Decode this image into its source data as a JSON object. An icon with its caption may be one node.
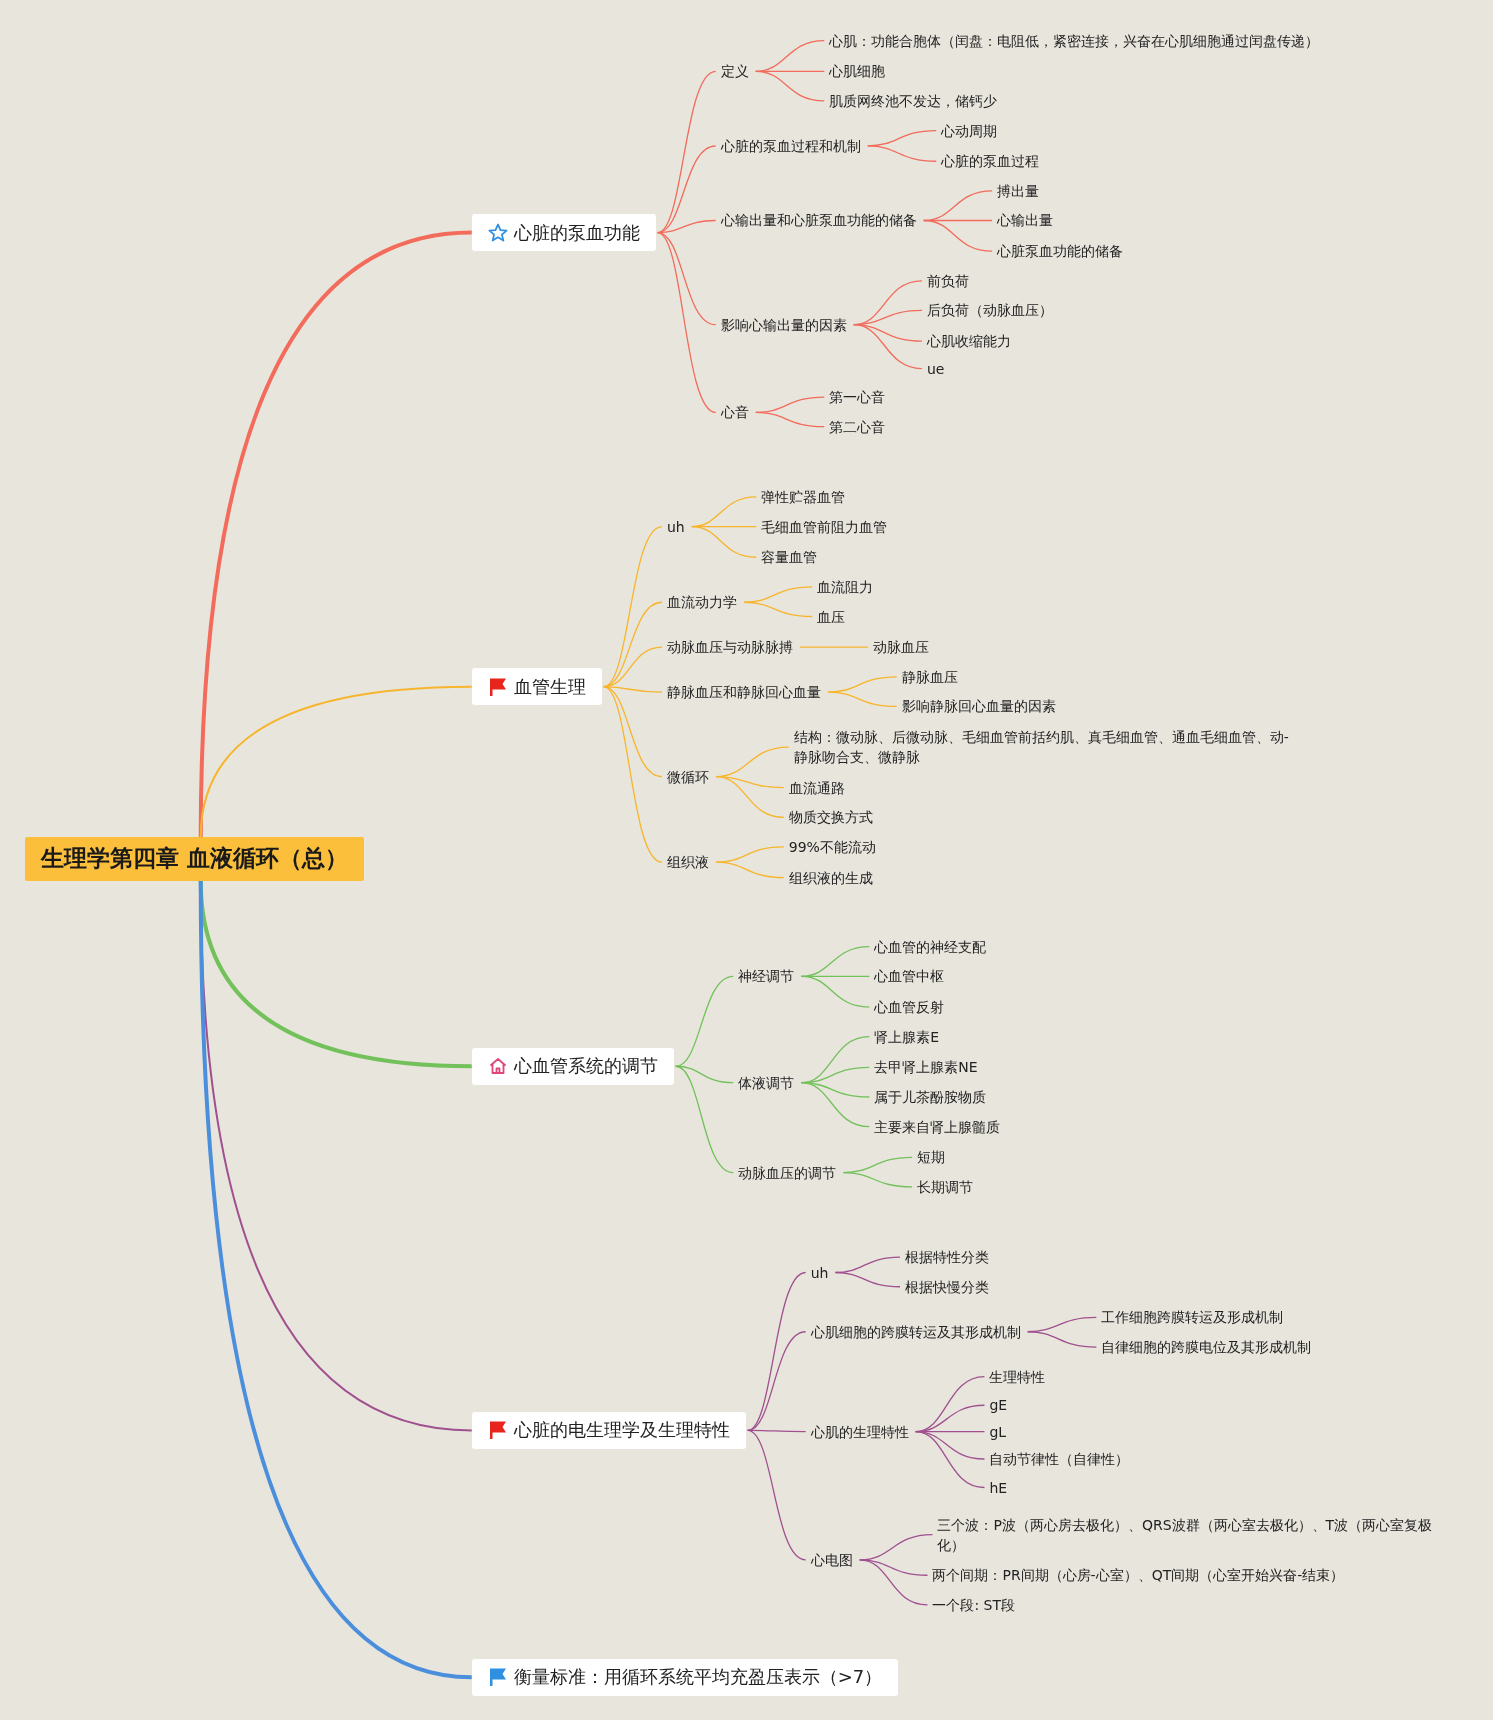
{
  "diagram": {
    "nodes": [
      {
        "text": [
          "生理学第四章 血液循环（总）"
        ]
      },
      {
        "text": [
          "心脏的泵血功能"
        ]
      },
      {
        "text": [
          "定义"
        ]
      },
      {
        "text": [
          "心肌：功能合胞体（闰盘：电阻低，紧密连接，兴奋在心肌细胞通过闰盘传递）"
        ]
      },
      {
        "text": [
          "心肌细胞"
        ]
      },
      {
        "text": [
          "肌质网终池不发达，储钙少"
        ]
      },
      {
        "text": [
          "心脏的泵血过程和机制"
        ]
      },
      {
        "text": [
          "心动周期"
        ]
      },
      {
        "text": [
          "心脏的泵血过程"
        ]
      },
      {
        "text": [
          "心输出量和心脏泵血功能的储备"
        ]
      },
      {
        "text": [
          "搏出量"
        ]
      },
      {
        "text": [
          "心输出量"
        ]
      },
      {
        "text": [
          "心脏泵血功能的储备"
        ]
      },
      {
        "text": [
          "影响心输出量的因素"
        ]
      },
      {
        "text": [
          "前负荷"
        ]
      },
      {
        "text": [
          "后负荷（动脉血压）"
        ]
      },
      {
        "text": [
          "心肌收缩能力"
        ]
      },
      {
        "text": [
          "ue"
        ]
      },
      {
        "text": [
          "心音"
        ]
      },
      {
        "text": [
          "第一心音"
        ]
      },
      {
        "text": [
          "第二心音"
        ]
      },
      {
        "text": [
          "血管生理"
        ]
      },
      {
        "text": [
          "uh"
        ]
      },
      {
        "text": [
          "弹性贮器血管"
        ]
      },
      {
        "text": [
          "毛细血管前阻力血管"
        ]
      },
      {
        "text": [
          "容量血管"
        ]
      },
      {
        "text": [
          "血流动力学"
        ]
      },
      {
        "text": [
          "血流阻力"
        ]
      },
      {
        "text": [
          "血压"
        ]
      },
      {
        "text": [
          "动脉血压与动脉脉搏"
        ]
      },
      {
        "text": [
          "动脉血压"
        ]
      },
      {
        "text": [
          "静脉血压和静脉回心血量"
        ]
      },
      {
        "text": [
          "静脉血压"
        ]
      },
      {
        "text": [
          "影响静脉回心血量的因素"
        ]
      },
      {
        "text": [
          "微循环"
        ]
      },
      {
        "text": [
          "结构：微动脉、后微动脉、毛细血管前括约肌、真毛细血管、通血毛细血管、动-静脉吻合支、微静脉"
        ]
      },
      {
        "text": [
          "血流通路"
        ]
      },
      {
        "text": [
          "物质交换方式"
        ]
      },
      {
        "text": [
          "组织液"
        ]
      },
      {
        "text": [
          "99%不能流动"
        ]
      },
      {
        "text": [
          "组织液的生成"
        ]
      },
      {
        "text": [
          "心血管系统的调节"
        ]
      },
      {
        "text": [
          "神经调节"
        ]
      },
      {
        "text": [
          "心血管的神经支配"
        ]
      },
      {
        "text": [
          "心血管中枢"
        ]
      },
      {
        "text": [
          "心血管反射"
        ]
      },
      {
        "text": [
          "体液调节"
        ]
      },
      {
        "text": [
          "肾上腺素E"
        ]
      },
      {
        "text": [
          "去甲肾上腺素NE"
        ]
      },
      {
        "text": [
          "属于儿茶酚胺物质"
        ]
      },
      {
        "text": [
          "主要来自肾上腺髓质"
        ]
      },
      {
        "text": [
          "动脉血压的调节"
        ]
      },
      {
        "text": [
          "短期"
        ]
      },
      {
        "text": [
          "长期调节"
        ]
      },
      {
        "text": [
          "心脏的电生理学及生理特性"
        ]
      },
      {
        "text": [
          "uh"
        ]
      },
      {
        "text": [
          "根据特性分类"
        ]
      },
      {
        "text": [
          "根据快慢分类"
        ]
      },
      {
        "text": [
          "心肌细胞的跨膜转运及其形成机制"
        ]
      },
      {
        "text": [
          "工作细胞跨膜转运及形成机制"
        ]
      },
      {
        "text": [
          "自律细胞的跨膜电位及其形成机制"
        ]
      },
      {
        "text": [
          "心肌的生理特性"
        ]
      },
      {
        "text": [
          "生理特性"
        ]
      },
      {
        "text": [
          "gE"
        ]
      },
      {
        "text": [
          "gL"
        ]
      },
      {
        "text": [
          "自动节律性（自律性）"
        ]
      },
      {
        "text": [
          "hE"
        ]
      },
      {
        "text": [
          "心电图"
        ]
      },
      {
        "text": [
          "三个波：P波（两心房去极化）、QRS波群（两心室去极化）、T波（两心室复极化）"
        ]
      },
      {
        "text": [
          "两个间期：PR间期（心房-心室）、QT间期（心室开始兴奋-结束）"
        ]
      },
      {
        "text": [
          "一个段: ST段"
        ]
      },
      {
        "text": [
          "衡量标准：用循环系统平均充盈压表示（>7）"
        ]
      }
    ],
    "edges": [
      {
        "from": 0,
        "to": 1,
        "arrow": "none",
        "style": "thick",
        "color": "#f26b5b"
      },
      {
        "from": 0,
        "to": 21,
        "arrow": "none",
        "color": "#f7b52c"
      },
      {
        "from": 0,
        "to": 41,
        "arrow": "none",
        "style": "thick",
        "color": "#72c15a"
      },
      {
        "from": 0,
        "to": 54,
        "arrow": "none",
        "color": "#a0508f"
      },
      {
        "from": 0,
        "to": 71,
        "arrow": "none",
        "style": "thick",
        "color": "#4a8edc"
      },
      {
        "from": 1,
        "to": 2,
        "arrow": "none",
        "color": "#f26b5b"
      },
      {
        "from": 2,
        "to": 3,
        "arrow": "none",
        "color": "#f26b5b"
      },
      {
        "from": 2,
        "to": 4,
        "arrow": "none",
        "color": "#f26b5b"
      },
      {
        "from": 2,
        "to": 5,
        "arrow": "none",
        "color": "#f26b5b"
      },
      {
        "from": 1,
        "to": 6,
        "arrow": "none",
        "color": "#f26b5b"
      },
      {
        "from": 6,
        "to": 7,
        "arrow": "none",
        "color": "#f26b5b"
      },
      {
        "from": 6,
        "to": 8,
        "arrow": "none",
        "color": "#f26b5b"
      },
      {
        "from": 1,
        "to": 9,
        "arrow": "none",
        "color": "#f26b5b"
      },
      {
        "from": 9,
        "to": 10,
        "arrow": "none",
        "color": "#f26b5b"
      },
      {
        "from": 9,
        "to": 11,
        "arrow": "none",
        "color": "#f26b5b"
      },
      {
        "from": 9,
        "to": 12,
        "arrow": "none",
        "color": "#f26b5b"
      },
      {
        "from": 1,
        "to": 13,
        "arrow": "none",
        "color": "#f26b5b"
      },
      {
        "from": 13,
        "to": 14,
        "arrow": "none",
        "color": "#f26b5b"
      },
      {
        "from": 13,
        "to": 15,
        "arrow": "none",
        "color": "#f26b5b"
      },
      {
        "from": 13,
        "to": 16,
        "arrow": "none",
        "color": "#f26b5b"
      },
      {
        "from": 13,
        "to": 17,
        "arrow": "none",
        "color": "#f26b5b"
      },
      {
        "from": 1,
        "to": 18,
        "arrow": "none",
        "color": "#f26b5b"
      },
      {
        "from": 18,
        "to": 19,
        "arrow": "none",
        "color": "#f26b5b"
      },
      {
        "from": 18,
        "to": 20,
        "arrow": "none",
        "color": "#f26b5b"
      },
      {
        "from": 21,
        "to": 22,
        "arrow": "none",
        "color": "#f7b52c"
      },
      {
        "from": 22,
        "to": 23,
        "arrow": "none",
        "color": "#f7b52c"
      },
      {
        "from": 22,
        "to": 24,
        "arrow": "none",
        "color": "#f7b52c"
      },
      {
        "from": 22,
        "to": 25,
        "arrow": "none",
        "color": "#f7b52c"
      },
      {
        "from": 21,
        "to": 26,
        "arrow": "none",
        "color": "#f7b52c"
      },
      {
        "from": 26,
        "to": 27,
        "arrow": "none",
        "color": "#f7b52c"
      },
      {
        "from": 26,
        "to": 28,
        "arrow": "none",
        "color": "#f7b52c"
      },
      {
        "from": 21,
        "to": 29,
        "arrow": "none",
        "color": "#f7b52c"
      },
      {
        "from": 29,
        "to": 30,
        "arrow": "none",
        "color": "#f7b52c"
      },
      {
        "from": 21,
        "to": 31,
        "arrow": "none",
        "color": "#f7b52c"
      },
      {
        "from": 31,
        "to": 32,
        "arrow": "none",
        "color": "#f7b52c"
      },
      {
        "from": 31,
        "to": 33,
        "arrow": "none",
        "color": "#f7b52c"
      },
      {
        "from": 21,
        "to": 34,
        "arrow": "none",
        "color": "#f7b52c"
      },
      {
        "from": 34,
        "to": 35,
        "arrow": "none",
        "color": "#f7b52c"
      },
      {
        "from": 34,
        "to": 36,
        "arrow": "none",
        "color": "#f7b52c"
      },
      {
        "from": 34,
        "to": 37,
        "arrow": "none",
        "color": "#f7b52c"
      },
      {
        "from": 21,
        "to": 38,
        "arrow": "none",
        "color": "#f7b52c"
      },
      {
        "from": 38,
        "to": 39,
        "arrow": "none",
        "color": "#f7b52c"
      },
      {
        "from": 38,
        "to": 40,
        "arrow": "none",
        "color": "#f7b52c"
      },
      {
        "from": 41,
        "to": 42,
        "arrow": "none",
        "color": "#72c15a"
      },
      {
        "from": 42,
        "to": 43,
        "arrow": "none",
        "color": "#72c15a"
      },
      {
        "from": 42,
        "to": 44,
        "arrow": "none",
        "color": "#72c15a"
      },
      {
        "from": 42,
        "to": 45,
        "arrow": "none",
        "color": "#72c15a"
      },
      {
        "from": 41,
        "to": 46,
        "arrow": "none",
        "color": "#72c15a"
      },
      {
        "from": 46,
        "to": 47,
        "arrow": "none",
        "color": "#72c15a"
      },
      {
        "from": 46,
        "to": 48,
        "arrow": "none",
        "color": "#72c15a"
      },
      {
        "from": 46,
        "to": 49,
        "arrow": "none",
        "color": "#72c15a"
      },
      {
        "from": 46,
        "to": 50,
        "arrow": "none",
        "color": "#72c15a"
      },
      {
        "from": 41,
        "to": 51,
        "arrow": "none",
        "color": "#72c15a"
      },
      {
        "from": 51,
        "to": 52,
        "arrow": "none",
        "color": "#72c15a"
      },
      {
        "from": 51,
        "to": 53,
        "arrow": "none",
        "color": "#72c15a"
      },
      {
        "from": 54,
        "to": 55,
        "arrow": "none",
        "color": "#a0508f"
      },
      {
        "from": 55,
        "to": 56,
        "arrow": "none",
        "color": "#a0508f"
      },
      {
        "from": 55,
        "to": 57,
        "arrow": "none",
        "color": "#a0508f"
      },
      {
        "from": 54,
        "to": 58,
        "arrow": "none",
        "color": "#a0508f"
      },
      {
        "from": 58,
        "to": 59,
        "arrow": "none",
        "color": "#a0508f"
      },
      {
        "from": 58,
        "to": 60,
        "arrow": "none",
        "color": "#a0508f"
      },
      {
        "from": 54,
        "to": 61,
        "arrow": "none",
        "color": "#a0508f"
      },
      {
        "from": 61,
        "to": 62,
        "arrow": "none",
        "color": "#a0508f"
      },
      {
        "from": 61,
        "to": 63,
        "arrow": "none",
        "color": "#a0508f"
      },
      {
        "from": 61,
        "to": 64,
        "arrow": "none",
        "color": "#a0508f"
      },
      {
        "from": 61,
        "to": 65,
        "arrow": "none",
        "color": "#a0508f"
      },
      {
        "from": 61,
        "to": 66,
        "arrow": "none",
        "color": "#a0508f"
      },
      {
        "from": 54,
        "to": 67,
        "arrow": "none",
        "color": "#a0508f"
      },
      {
        "from": 67,
        "to": 68,
        "arrow": "none",
        "color": "#a0508f"
      },
      {
        "from": 67,
        "to": 69,
        "arrow": "none",
        "color": "#a0508f"
      },
      {
        "from": 67,
        "to": 70,
        "arrow": "none",
        "color": "#a0508f"
      }
    ]
  }
}
